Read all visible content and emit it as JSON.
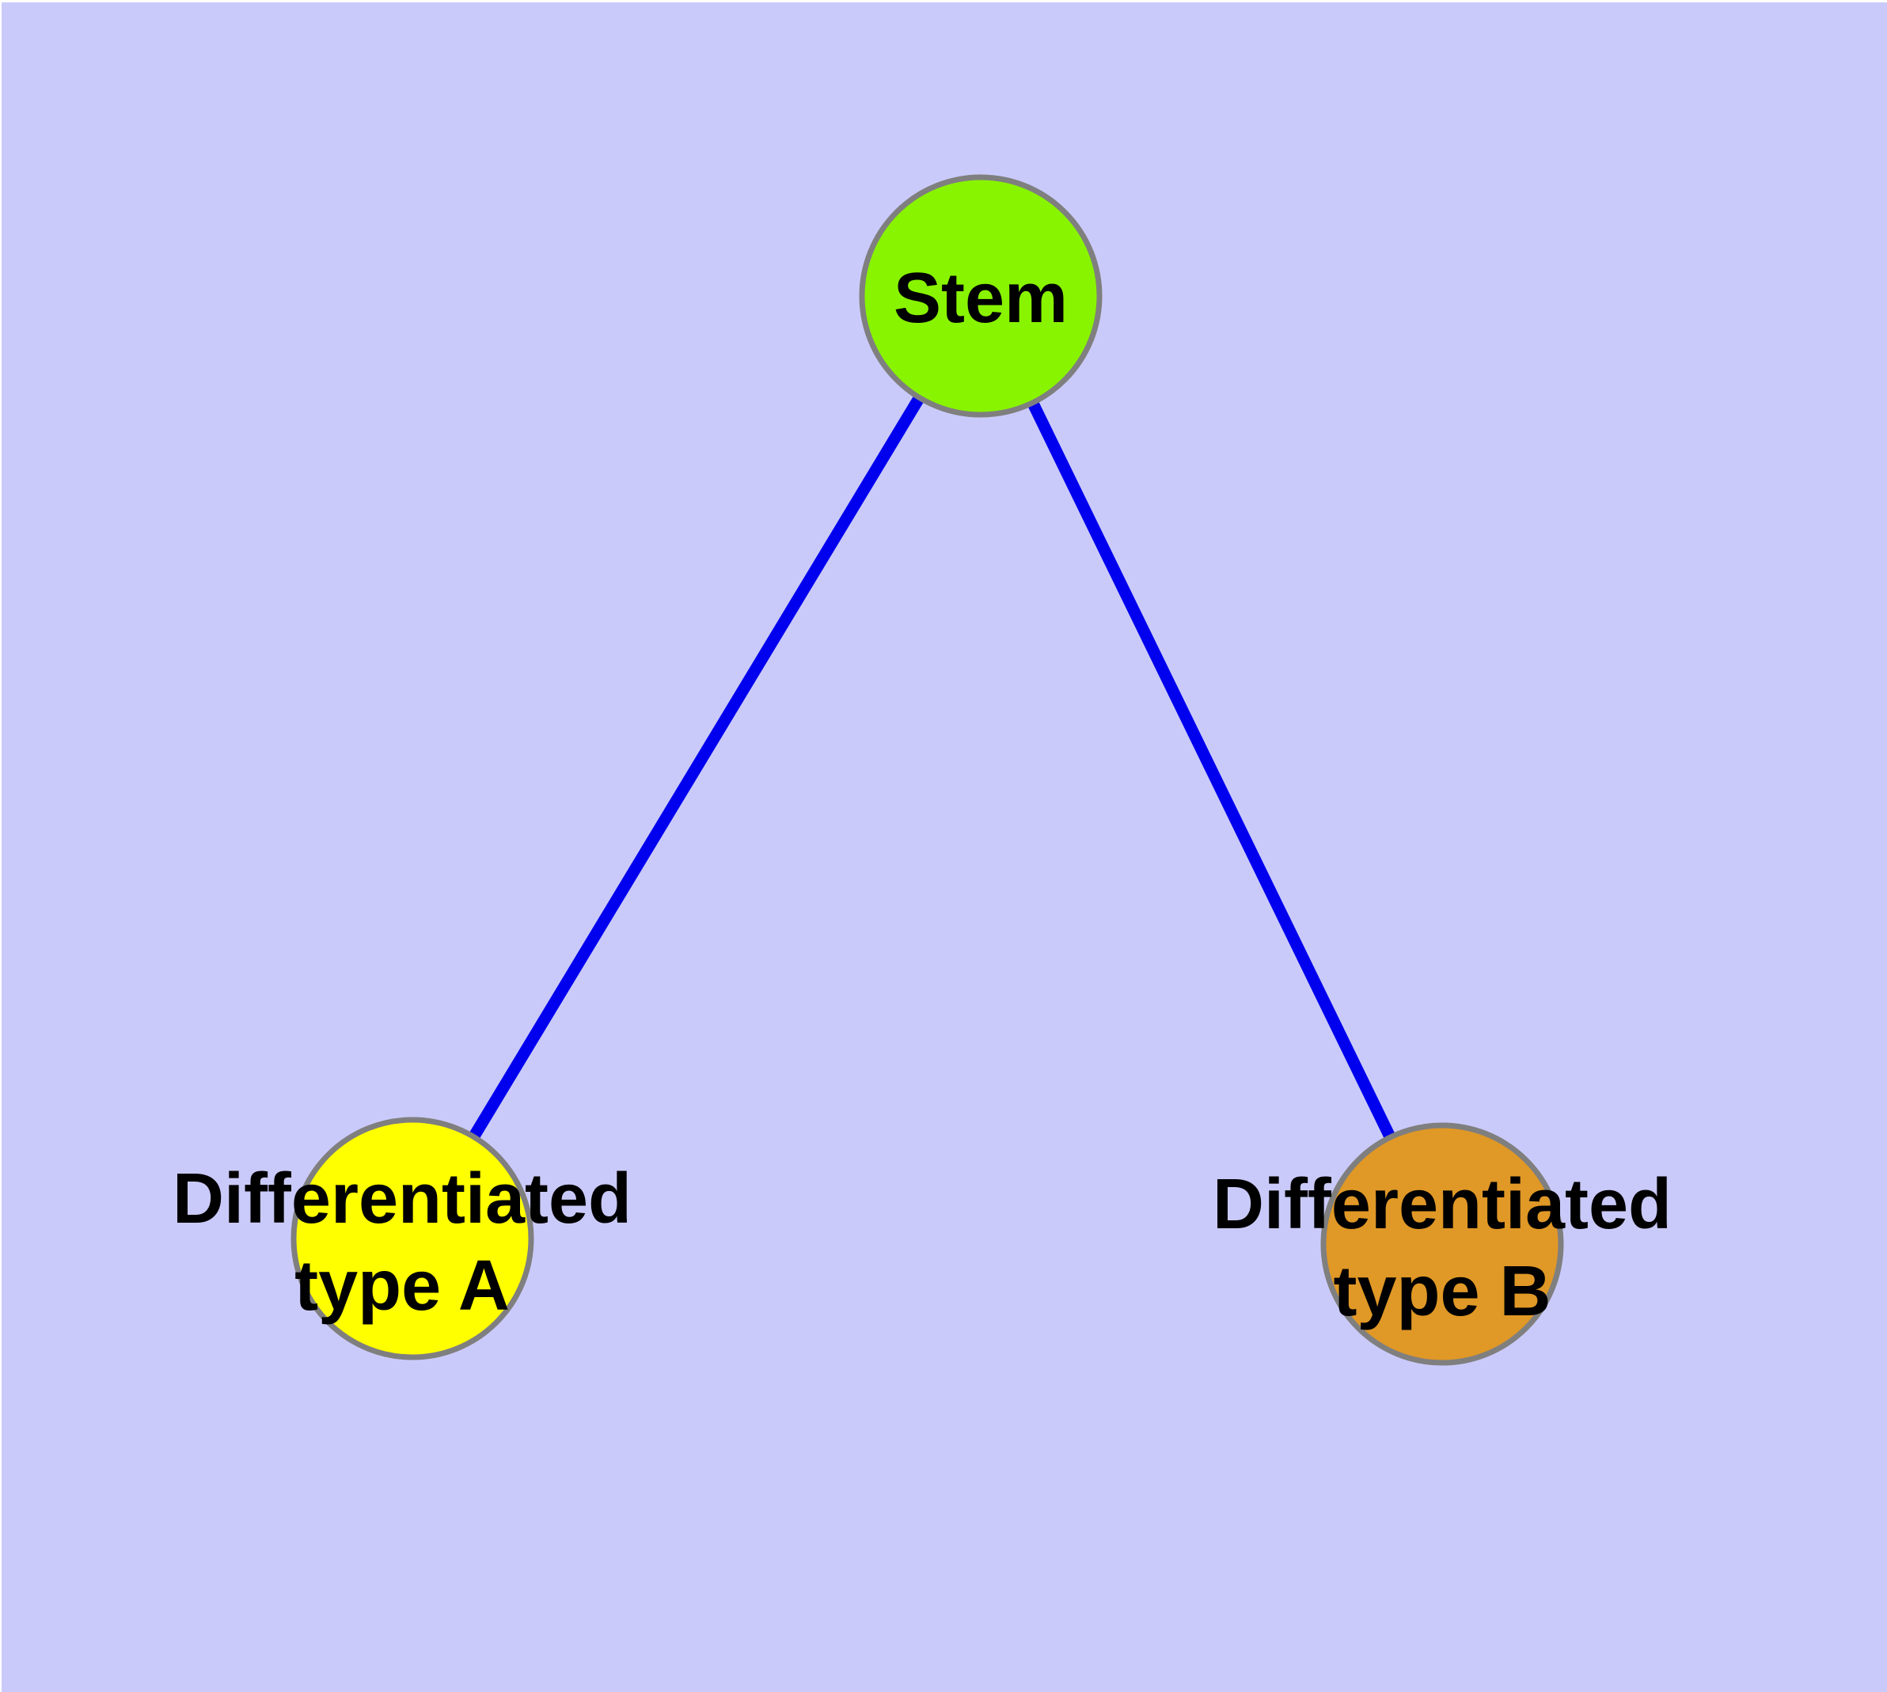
{
  "diagram": {
    "type": "node-link-graph",
    "background_color": "#CACAFA",
    "margin_color": "#FFFFFF",
    "node_border_color": "#7F7F7F",
    "label_color": "#000000",
    "edge_color": "#0000EE",
    "nodes": {
      "stem": {
        "label": "Stem",
        "fill": "#88F400"
      },
      "type_a": {
        "label_line1": "Differentiated",
        "label_line2": "type A",
        "fill": "#FFFF00"
      },
      "type_b": {
        "label_line1": "Differentiated",
        "label_line2": "type B",
        "fill": "#E09826"
      }
    },
    "edges": [
      {
        "from": "Stem",
        "to": "Differentiated type A"
      },
      {
        "from": "Stem",
        "to": "Differentiated type B"
      }
    ]
  }
}
